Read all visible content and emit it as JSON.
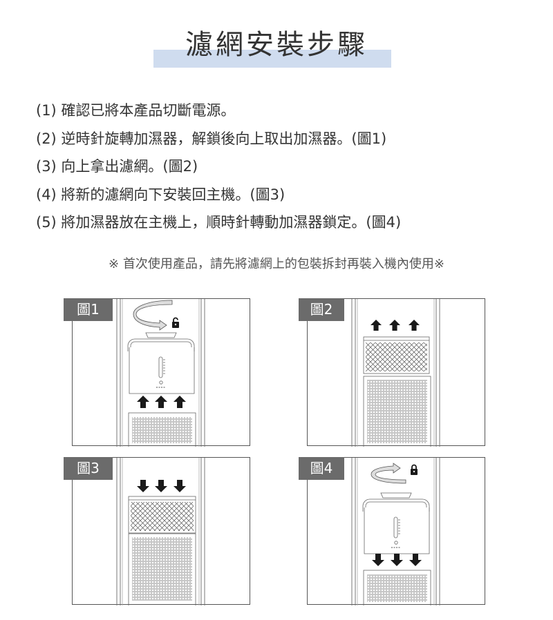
{
  "title": "濾網安裝步驟",
  "steps": [
    "(1) 確認已將本產品切斷電源。",
    "(2) 逆時針旋轉加濕器，解鎖後向上取出加濕器。(圖1)",
    "(3) 向上拿出濾網。(圖2)",
    "(4) 將新的濾網向下安裝回主機。(圖3)",
    "(5) 將加濕器放在主機上，順時針轉動加濕器鎖定。(圖4)"
  ],
  "note": "※ 首次使用產品，請先將濾網上的包裝拆封再裝入機內使用※",
  "figures": [
    {
      "label": "圖1",
      "icons": [
        "rotate-counterclockwise-arrow",
        "unlock-icon",
        "up-arrows"
      ]
    },
    {
      "label": "圖2",
      "icons": [
        "up-arrows"
      ]
    },
    {
      "label": "圖3",
      "icons": [
        "down-arrows"
      ]
    },
    {
      "label": "圖4",
      "icons": [
        "rotate-clockwise-arrow",
        "lock-icon",
        "down-arrows"
      ]
    }
  ],
  "colors": {
    "highlight": "#cfdcef",
    "label_bg": "#6b6b6b",
    "text": "#333333"
  }
}
